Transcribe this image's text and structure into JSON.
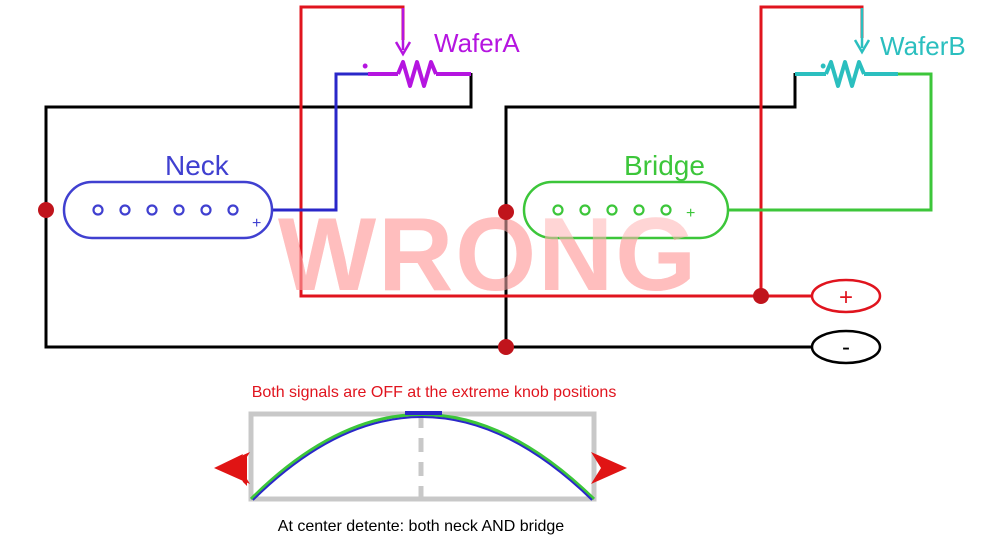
{
  "labels": {
    "wafer_a": "WaferA",
    "wafer_b": "WaferB",
    "neck": "Neck",
    "bridge": "Bridge",
    "neck_plus": "+",
    "bridge_plus": "+",
    "output_plus": "+",
    "output_minus": "-",
    "watermark": "WRONG",
    "wiper_a_dot": "•",
    "wiper_b_dot": "•"
  },
  "notes": {
    "top": "Both signals are OFF at the extreme knob positions",
    "bottom": "At center detente: both neck AND bridge"
  },
  "colors": {
    "black": "#000000",
    "red": "#e0141e",
    "blue": "#2a27c9",
    "green": "#3cc63a",
    "purple": "#b515e0",
    "teal": "#2bbfbf",
    "pickup_blue": "#4040d0",
    "gray": "#c8c8c8",
    "watermark": "#ffcccc",
    "arrow_red": "#e01414"
  },
  "icons": [
    "potentiometer-icon",
    "single-coil-pickup-icon",
    "junction-dot-icon",
    "left-arrow-icon",
    "right-arrow-icon"
  ]
}
